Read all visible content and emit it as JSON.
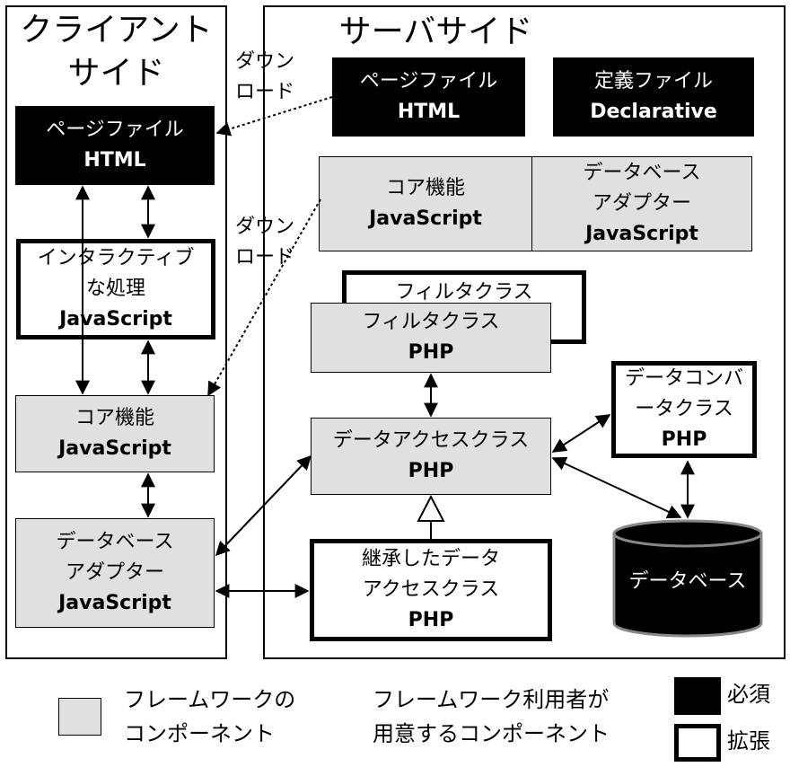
{
  "client": {
    "title_line1": "クライアント",
    "title_line2": "サイド"
  },
  "server": {
    "title": "サーバサイド"
  },
  "download_label": {
    "line1": "ダウン",
    "line2": "ロード"
  },
  "server_page_file": {
    "name": "ページファイル",
    "type": "HTML"
  },
  "definition_file": {
    "name": "定義ファイル",
    "type": "Declarative"
  },
  "server_core": {
    "name": "コア機能",
    "type": "JavaScript"
  },
  "server_db_adapter": {
    "line1": "データベース",
    "line2": "アダプター",
    "type": "JavaScript"
  },
  "filter_class_back": {
    "name": "フィルタクラス"
  },
  "filter_class": {
    "name": "フィルタクラス",
    "type": "PHP"
  },
  "data_converter": {
    "line1": "データコンバ",
    "line2": "ータクラス",
    "type": "PHP"
  },
  "data_access": {
    "name": "データアクセスクラス",
    "type": "PHP"
  },
  "inherited_access": {
    "line1": "継承したデータ",
    "line2": "アクセスクラス",
    "type": "PHP"
  },
  "database": {
    "name": "データベース"
  },
  "client_page_file": {
    "name": "ページファイル",
    "type": "HTML"
  },
  "interactive": {
    "line1": "インタラクティブ",
    "line2": "な処理",
    "type": "JavaScript"
  },
  "client_core": {
    "name": "コア機能",
    "type": "JavaScript"
  },
  "client_db_adapter": {
    "line1": "データベース",
    "line2": "アダプター",
    "type": "JavaScript"
  },
  "legend": {
    "framework_line1": "フレームワークの",
    "framework_line2": "コンポーネント",
    "user_line1": "フレームワーク利用者が",
    "user_line2": "用意するコンポーネント",
    "required": "必須",
    "extension": "拡張"
  },
  "colors": {
    "required_fill": "#000000",
    "framework_fill": "#e0e0e0",
    "extension_fill": "#ffffff"
  }
}
